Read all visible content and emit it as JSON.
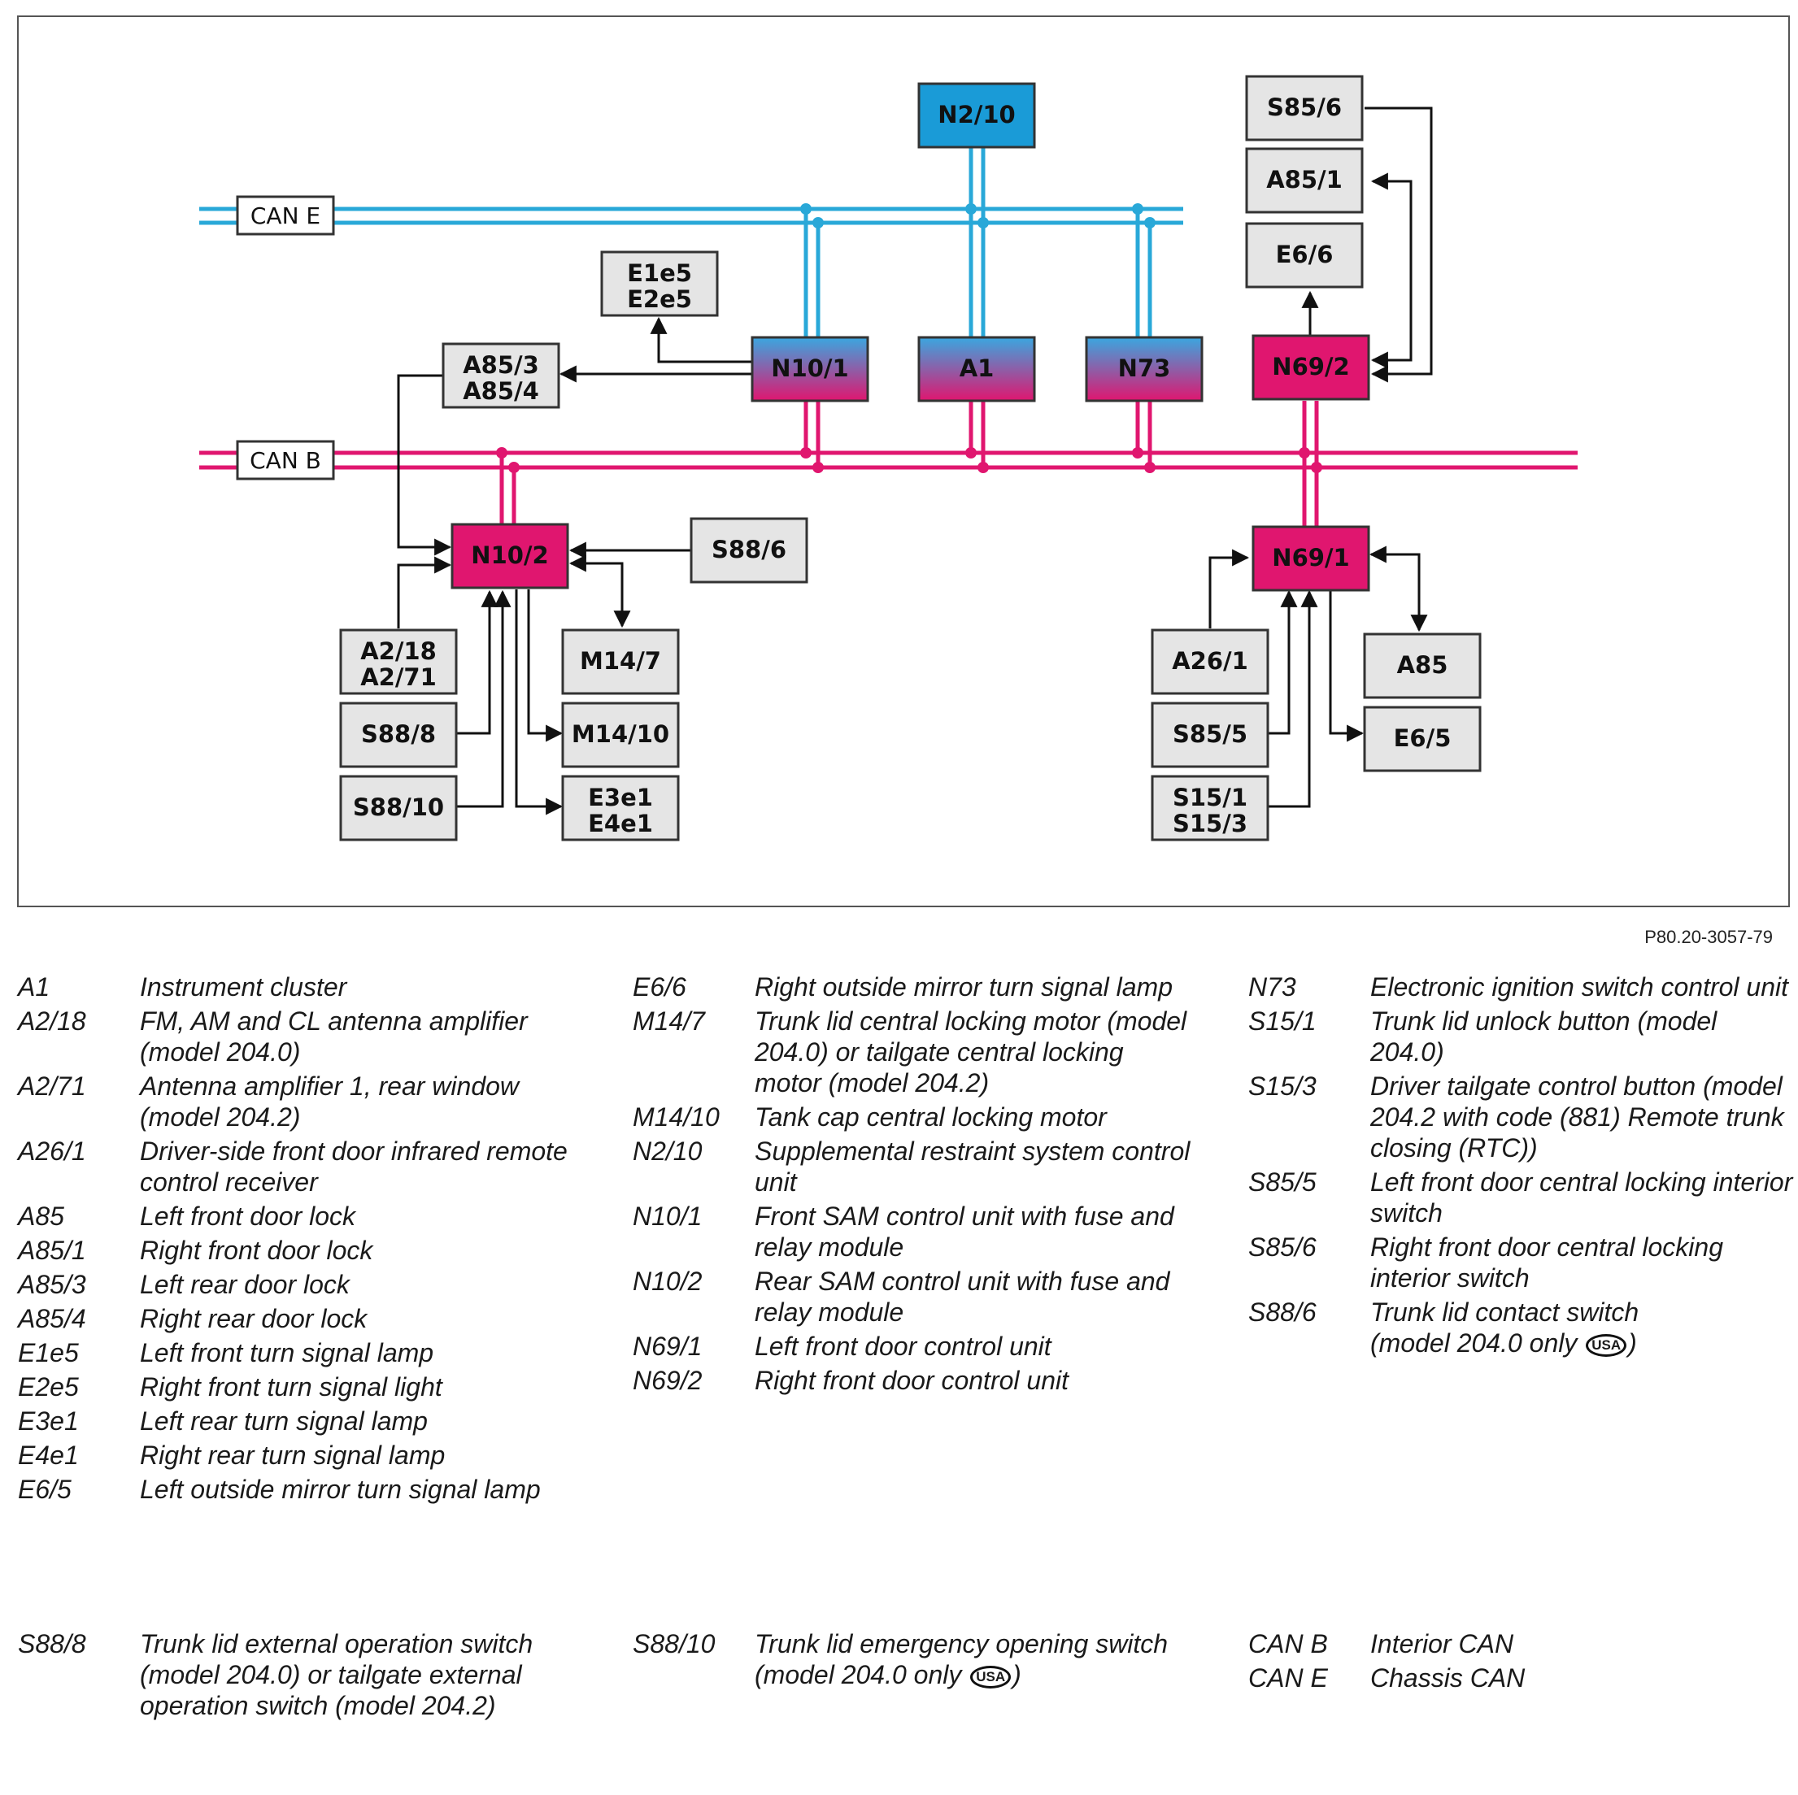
{
  "diagram": {
    "colors": {
      "can_e": "#29a8d8",
      "can_b": "#e0166f",
      "n2_10_fill": "#1a9bd7",
      "gateway_top": "#3aa7e0",
      "gateway_bottom": "#e0166f",
      "door_ctrl_fill": "#e0166f",
      "box_fill": "#e5e5e5"
    },
    "bus_labels": {
      "can_e": "CAN E",
      "can_b": "CAN B"
    },
    "modules": {
      "n2_10": "N2/10",
      "s85_6": "S85/6",
      "a85_1": "A85/1",
      "e6_6": "E6/6",
      "e1e5_l1": "E1e5",
      "e1e5_l2": "E2e5",
      "a85_3_l1": "A85/3",
      "a85_3_l2": "A85/4",
      "n10_1": "N10/1",
      "a1": "A1",
      "n73": "N73",
      "n69_2": "N69/2",
      "n10_2": "N10/2",
      "s88_6": "S88/6",
      "n69_1": "N69/1",
      "a2_18_l1": "A2/18",
      "a2_18_l2": "A2/71",
      "m14_7": "M14/7",
      "s88_8": "S88/8",
      "m14_10": "M14/10",
      "s88_10": "S88/10",
      "e3e1_l1": "E3e1",
      "e3e1_l2": "E4e1",
      "a26_1": "A26/1",
      "a85": "A85",
      "s85_5": "S85/5",
      "e6_5": "E6/5",
      "s15_1_l1": "S15/1",
      "s15_1_l2": "S15/3"
    }
  },
  "figure_ref": "P80.20-3057-79",
  "usa_badge": "USA",
  "legend": {
    "col1": [
      {
        "code": "A1",
        "desc": "Instrument cluster"
      },
      {
        "code": "A2/18",
        "desc": "FM, AM and CL antenna amplifier (model 204.0)"
      },
      {
        "code": "A2/71",
        "desc": "Antenna amplifier 1, rear window (model 204.2)"
      },
      {
        "code": "A26/1",
        "desc": "Driver-side front door infrared remote control receiver"
      },
      {
        "code": "A85",
        "desc": "Left front door lock"
      },
      {
        "code": "A85/1",
        "desc": "Right front door lock"
      },
      {
        "code": "A85/3",
        "desc": "Left rear door lock"
      },
      {
        "code": "A85/4",
        "desc": "Right rear door lock"
      },
      {
        "code": "E1e5",
        "desc": "Left front turn signal lamp"
      },
      {
        "code": "E2e5",
        "desc": "Right front turn signal light"
      },
      {
        "code": "E3e1",
        "desc": "Left rear turn signal lamp"
      },
      {
        "code": "E4e1",
        "desc": "Right rear turn signal lamp"
      },
      {
        "code": "E6/5",
        "desc": "Left outside mirror turn signal lamp"
      }
    ],
    "col2": [
      {
        "code": "E6/6",
        "desc": "Right outside mirror turn signal lamp"
      },
      {
        "code": "M14/7",
        "desc": "Trunk lid central locking motor (model 204.0) or tailgate central locking motor (model 204.2)"
      },
      {
        "code": "M14/10",
        "desc": "Tank cap central locking motor"
      },
      {
        "code": "N2/10",
        "desc": "Supplemental restraint system control unit"
      },
      {
        "code": "N10/1",
        "desc": "Front SAM control unit with fuse and relay module"
      },
      {
        "code": "N10/2",
        "desc": "Rear SAM control unit with fuse and relay module"
      },
      {
        "code": "N69/1",
        "desc": "Left front door control unit"
      },
      {
        "code": "N69/2",
        "desc": "Right front door control unit"
      }
    ],
    "col3": [
      {
        "code": "N73",
        "desc": "Electronic ignition switch control unit"
      },
      {
        "code": "S15/1",
        "desc": "Trunk lid unlock button (model 204.0)"
      },
      {
        "code": "S15/3",
        "desc": "Driver tailgate control button (model 204.2 with code (881) Remote trunk closing (RTC))"
      },
      {
        "code": "S85/5",
        "desc": "Left front door central locking interior switch"
      },
      {
        "code": "S85/6",
        "desc": "Right front door central locking interior switch"
      },
      {
        "code": "S88/6",
        "desc": "Trunk lid contact switch",
        "desc2": "(model 204.0 only",
        "desc3": ")"
      }
    ],
    "s88_8": {
      "code": "S88/8",
      "desc": "Trunk lid external operation switch (model 204.0) or tailgate external operation switch (model 204.2)"
    },
    "s88_10": {
      "code": "S88/10",
      "desc": "Trunk lid emergency opening switch",
      "desc2": "(model 204.0 only",
      "desc3": ")"
    },
    "can": [
      {
        "code": "CAN B",
        "desc": "Interior CAN"
      },
      {
        "code": "CAN E",
        "desc": "Chassis CAN"
      }
    ]
  }
}
